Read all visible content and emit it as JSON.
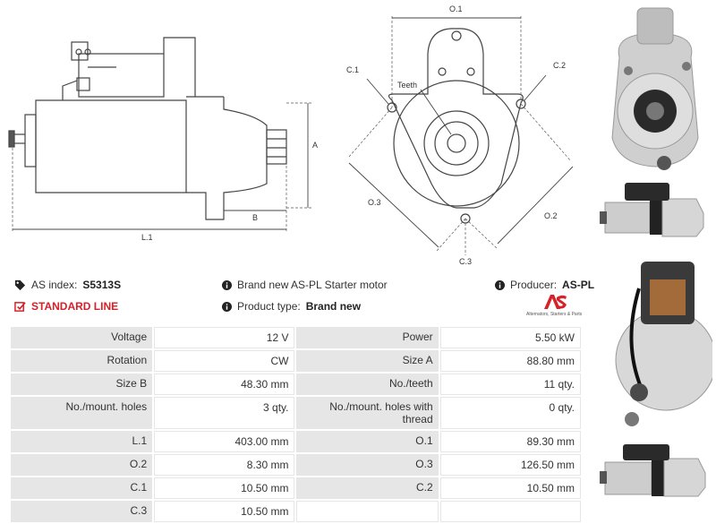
{
  "drawing": {
    "dims": {
      "A": "A",
      "B": "B",
      "L1": "L.1",
      "O1": "O.1",
      "O2": "O.2",
      "O3": "O.3",
      "C1": "C.1",
      "C2": "C.2",
      "C3": "C.3",
      "teeth": "Teeth"
    }
  },
  "info": {
    "as_index_label": "AS index:",
    "as_index_value": "S5313S",
    "standard_line": "STANDARD LINE",
    "description": "Brand new AS-PL Starter motor",
    "product_type_label": "Product type:",
    "product_type_value": "Brand new",
    "producer_label": "Producer:",
    "producer_value": "AS-PL",
    "logo_tagline": "Alternators, Starters & Parts"
  },
  "specs": [
    [
      {
        "label": "Voltage",
        "value": "12 V"
      },
      {
        "label": "Power",
        "value": "5.50 kW"
      }
    ],
    [
      {
        "label": "Rotation",
        "value": "CW"
      },
      {
        "label": "Size A",
        "value": "88.80 mm"
      }
    ],
    [
      {
        "label": "Size B",
        "value": "48.30 mm"
      },
      {
        "label": "No./teeth",
        "value": "11 qty."
      }
    ],
    [
      {
        "label": "No./mount. holes",
        "value": "3 qty."
      },
      {
        "label": "No./mount. holes with thread",
        "value": "0 qty."
      }
    ],
    [
      {
        "label": "L.1",
        "value": "403.00 mm"
      },
      {
        "label": "O.1",
        "value": "89.30 mm"
      }
    ],
    [
      {
        "label": "O.2",
        "value": "8.30 mm"
      },
      {
        "label": "O.3",
        "value": "126.50 mm"
      }
    ],
    [
      {
        "label": "C.1",
        "value": "10.50 mm"
      },
      {
        "label": "C.2",
        "value": "10.50 mm"
      }
    ],
    [
      {
        "label": "C.3",
        "value": "10.50 mm"
      },
      {
        "label": "",
        "value": ""
      }
    ]
  ],
  "colors": {
    "accent_red": "#d6202a",
    "label_bg": "#e6e6e6"
  }
}
